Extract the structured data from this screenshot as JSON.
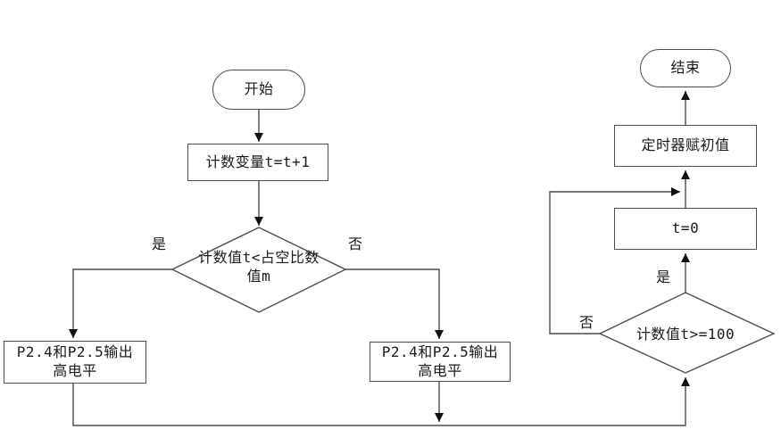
{
  "diagram": {
    "background": "#ffffff",
    "line_color": "#4d4d4d",
    "arrow_color": "#111111",
    "text_color": "#1a1a1a",
    "nodes": {
      "start": {
        "label": "开始"
      },
      "increment": {
        "label": "计数变量t=t+1"
      },
      "duty_decision": {
        "line1": "计数值t<占空比数",
        "line2": "值m"
      },
      "left_output": {
        "line1": "P2.4和P2.5输出",
        "line2": "高电平"
      },
      "mid_output": {
        "line1": "P2.4和P2.5输出",
        "line2": "高电平"
      },
      "overflow_decision": {
        "label": "计数值t>=100"
      },
      "reset": {
        "label": "t=0"
      },
      "timer_reload": {
        "label": "定时器赋初值"
      },
      "end": {
        "label": "结束"
      }
    },
    "edge_labels": {
      "duty_yes": "是",
      "duty_no": "否",
      "overflow_yes": "是",
      "overflow_no": "否"
    }
  }
}
